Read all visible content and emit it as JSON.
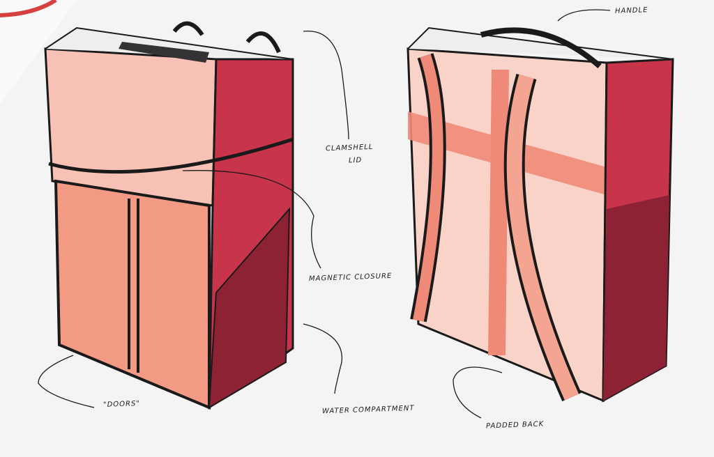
{
  "annotations": {
    "handle": "HANDLE",
    "clamshell_lid_1": "CLAMSHELL",
    "clamshell_lid_2": "LID",
    "magnetic_closure": "MAGNETIC CLOSURE",
    "water_compartment": "WATER COMPARTMENT",
    "padded_back": "PADDED BACK",
    "doors": "\"DOORS\""
  },
  "colors": {
    "paper": "#f3f4f3",
    "coral": "#f08a78",
    "crimson": "#c8344a",
    "ink": "#1a1a1a"
  }
}
